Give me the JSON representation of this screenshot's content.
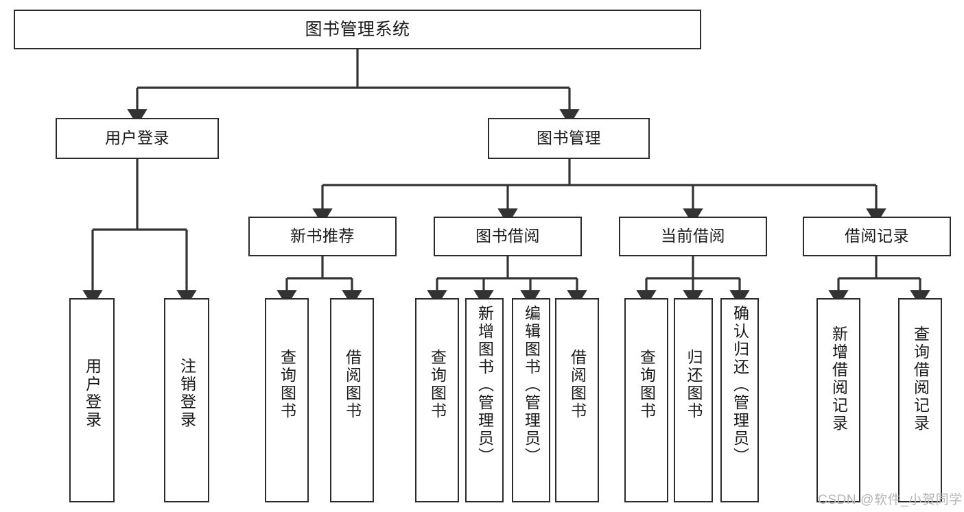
{
  "diagram": {
    "type": "tree-hierarchy-chart",
    "title": "图书管理系统",
    "colors": {
      "box_border": "#2b2b2b",
      "box_fill": "#ffffff",
      "connector": "#333333",
      "text": "#1a1a1a",
      "watermark": "#b4b4b4",
      "background": "#ffffff"
    },
    "levels": {
      "root": {
        "label": "图书管理系统"
      },
      "level2": [
        {
          "label": "用户登录"
        },
        {
          "label": "图书管理"
        }
      ],
      "level3": [
        {
          "label": "新书推荐"
        },
        {
          "label": "图书借阅"
        },
        {
          "label": "当前借阅"
        },
        {
          "label": "借阅记录"
        }
      ],
      "leaves": {
        "user_login": [
          {
            "label": "用户登录"
          },
          {
            "label": "注销登录"
          }
        ],
        "new_book_recommend": [
          {
            "label": "查询图书"
          },
          {
            "label": "借阅图书"
          }
        ],
        "book_borrow": [
          {
            "label": "查询图书"
          },
          {
            "label": "新增图书（管理员）"
          },
          {
            "label": "编辑图书（管理员）"
          },
          {
            "label": "借阅图书"
          }
        ],
        "current_borrow": [
          {
            "label": "查询图书"
          },
          {
            "label": "归还图书"
          },
          {
            "label": "确认归还（管理员）"
          }
        ],
        "borrow_record": [
          {
            "label": "新增借阅记录"
          },
          {
            "label": "查询借阅记录"
          }
        ]
      }
    },
    "watermark": "CSDN @软件_小贺同学"
  }
}
